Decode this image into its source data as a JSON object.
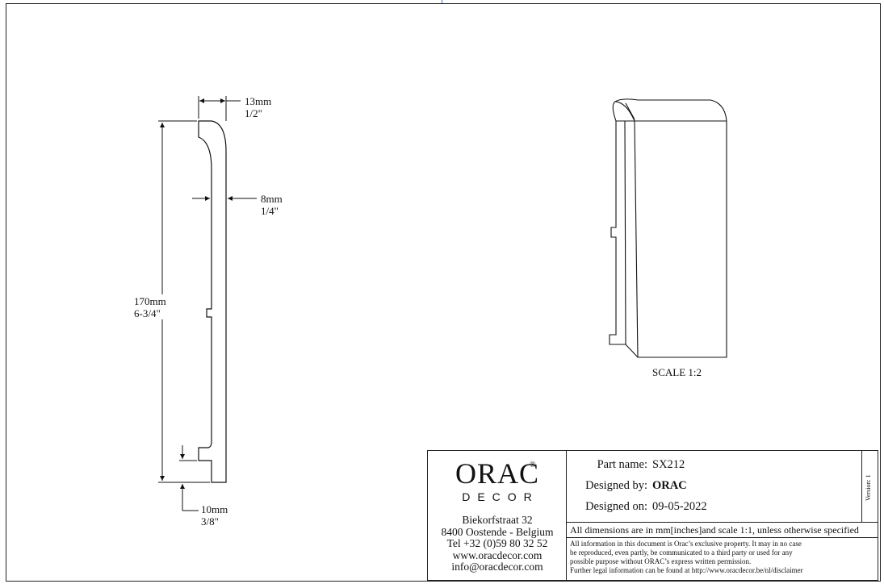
{
  "drawing": {
    "dimensions": {
      "top_width": {
        "mm": "13mm",
        "inch": "1/2\""
      },
      "thickness": {
        "mm": "8mm",
        "inch": "1/4\""
      },
      "height": {
        "mm": "170mm",
        "inch": "6-3/4\""
      },
      "bottom": {
        "mm": "10mm",
        "inch": "3/8\""
      }
    },
    "scale_label": "SCALE  1:2"
  },
  "title_block": {
    "logo": {
      "main": "ORAC",
      "sub": "DECOR",
      "reg": "®"
    },
    "address": {
      "street": "Biekorfstraat 32",
      "city": "8400 Oostende - Belgium",
      "tel": "Tel  +32 (0)59 80 32 52",
      "web": "www.oracdecor.com",
      "email": "info@oracdecor.com"
    },
    "fields": {
      "part_name_label": "Part name:",
      "part_name": "SX212",
      "designed_by_label": "Designed by:",
      "designed_by": "ORAC",
      "designed_on_label": "Designed on:",
      "designed_on": "09-05-2022"
    },
    "version": "Version: 1",
    "dims_note": "All dimensions are in mm[inches]and scale 1:1, unless otherwise specified",
    "disclaimer": [
      "All information in this document is Orac’s exclusive property.  It may in no case",
      "be reproduced, even partly, be communicated to a third party or used for any",
      "possible purpose without ORAC’s express written permission.",
      "Further legal information can be found at http://www.oracdecor.be/nl/disclaimer"
    ]
  }
}
